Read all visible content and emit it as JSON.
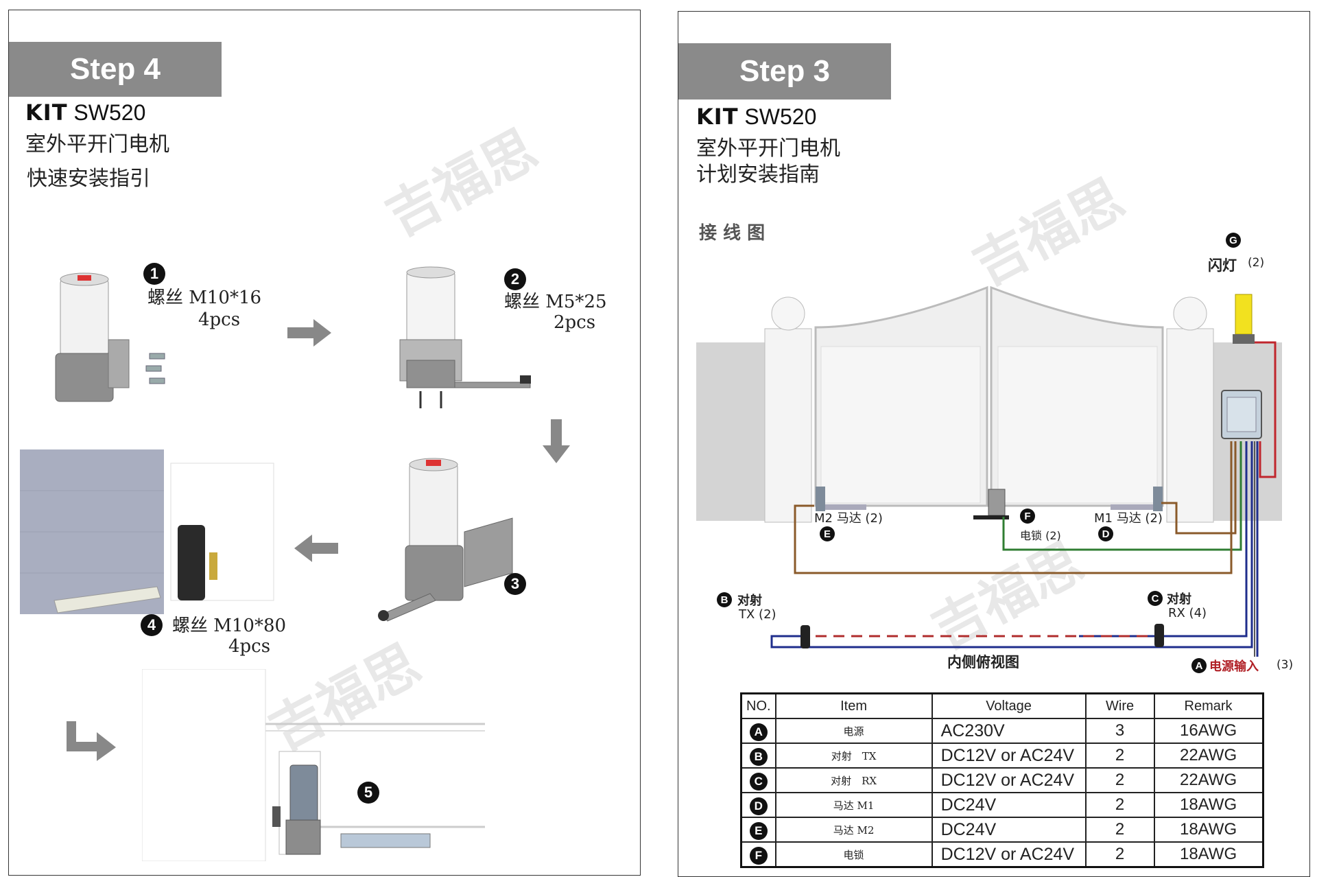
{
  "left": {
    "step_label": "Step 4",
    "kit_prefix": "KIT",
    "kit_model": "SW520",
    "line1": "室外平开门电机",
    "line2": "快速安装指引",
    "watermark": "吉福思",
    "steps": [
      {
        "num": "1",
        "text": "螺丝 M10*16",
        "qty": "4pcs"
      },
      {
        "num": "2",
        "text": "螺丝 M5*25",
        "qty": "2pcs"
      },
      {
        "num": "3"
      },
      {
        "num": "4",
        "text": "螺丝 M10*80",
        "qty": "4pcs"
      },
      {
        "num": "5"
      }
    ]
  },
  "right": {
    "step_label": "Step 3",
    "kit_prefix": "KIT",
    "kit_model": "SW520",
    "line1": "室外平开门电机",
    "line2": "计划安装指南",
    "diagram_title": "接 线 图",
    "watermark": "吉福思",
    "labels": {
      "flash_letter": "G",
      "flash": "闪灯",
      "flash_count": "(2)",
      "m2": "M2 马达 (2)",
      "m2_letter": "E",
      "lock_letter": "F",
      "lock": "电锁 (2)",
      "m1": "M1 马达 (2)",
      "m1_letter": "D",
      "tx_letter": "B",
      "tx_title": "对射",
      "tx": "TX (2)",
      "rx_letter": "C",
      "rx_title": "对射",
      "rx": "RX (4)",
      "view": "内侧俯视图",
      "power_letter": "A",
      "power": "电源输入",
      "power_count": "(3)"
    },
    "table": {
      "headers": [
        "NO.",
        "Item",
        "Voltage",
        "Wire",
        "Remark"
      ],
      "rows": [
        {
          "no": "A",
          "item": "电源",
          "voltage": "AC230V",
          "wire": "3",
          "remark": "16AWG"
        },
        {
          "no": "B",
          "item": "对射　TX",
          "voltage": "DC12V or AC24V",
          "wire": "2",
          "remark": "22AWG"
        },
        {
          "no": "C",
          "item": "对射　RX",
          "voltage": "DC12V or AC24V",
          "wire": "2",
          "remark": "22AWG"
        },
        {
          "no": "D",
          "item": "马达 M1",
          "voltage": "DC24V",
          "wire": "2",
          "remark": "18AWG"
        },
        {
          "no": "E",
          "item": "马达 M2",
          "voltage": "DC24V",
          "wire": "2",
          "remark": "18AWG"
        },
        {
          "no": "F",
          "item": "电锁",
          "voltage": "DC12V or AC24V",
          "wire": "2",
          "remark": "18AWG"
        }
      ]
    }
  },
  "colors": {
    "tab_gray": "#8a8a8a",
    "wire_red": "#c0262d",
    "wire_brown": "#8a5a2a",
    "wire_green": "#2f7d32",
    "wire_blue": "#1f2e8c",
    "flash_yellow": "#f2e11f"
  }
}
